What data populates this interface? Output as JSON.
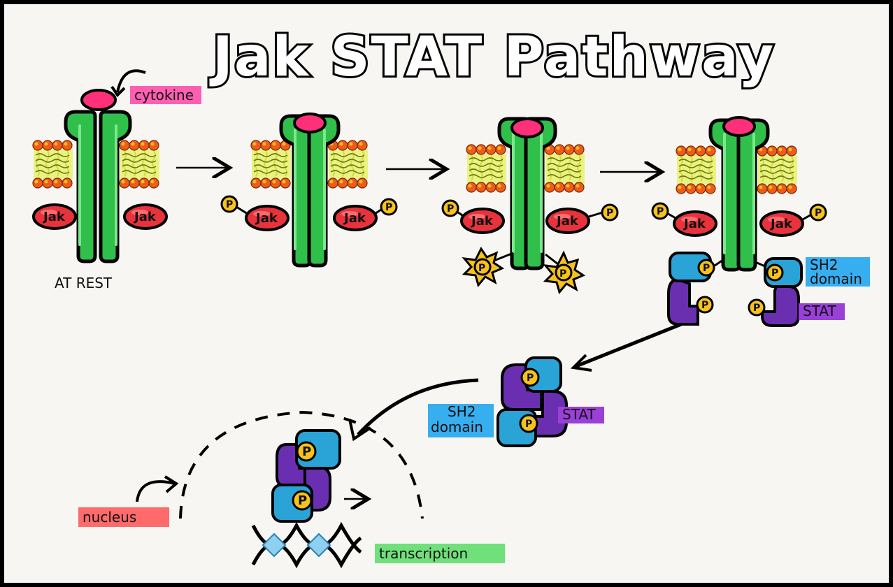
{
  "title": "Jak STAT Pathway",
  "labels": {
    "cytokine": "cytokine",
    "at_rest": "AT REST",
    "jak": "Jak",
    "p": "P",
    "sh2_line1": "SH2",
    "sh2_line2": "domain",
    "stat": "STAT",
    "nucleus": "nucleus",
    "transcription": "transcription"
  },
  "colors": {
    "receptor": "#2fbf4a",
    "receptor_dark": "#1c8a32",
    "cytokine": "#ff2f7a",
    "jak": "#e8333c",
    "phosphate": "#f7c21b",
    "lipid_head": "#f05a1a",
    "lipid_tail": "#e6f25a",
    "sh2": "#2aa3d6",
    "stat": "#6a2fb0",
    "cytokine_highlight": "#ff5fb0",
    "sh2_highlight": "#37aef0",
    "stat_highlight": "#9a3fd8",
    "nucleus_highlight": "#ff6a6a",
    "transcription_highlight": "#6fe07a"
  }
}
